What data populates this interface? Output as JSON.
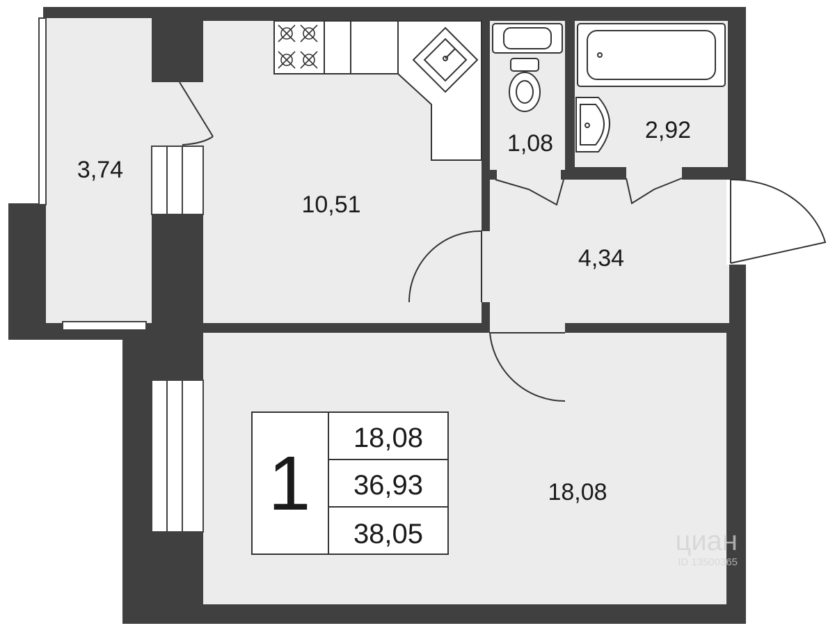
{
  "floorplan": {
    "rooms": {
      "balcony": {
        "area": "3,74"
      },
      "kitchen": {
        "area": "10,51"
      },
      "wc": {
        "area": "1,08"
      },
      "bathroom": {
        "area": "2,92"
      },
      "hall": {
        "area": "4,34"
      },
      "living_room": {
        "area": "18,08"
      }
    },
    "summary": {
      "rooms_count": "1",
      "living_area": "18,08",
      "total_area": "36,93",
      "total_with_balcony": "38,05"
    },
    "watermark": {
      "brand": "циан",
      "id": "ID 13500365"
    },
    "colors": {
      "wall": "#404040",
      "floor": "#ececec",
      "line": "#333333",
      "background": "#ffffff"
    }
  }
}
